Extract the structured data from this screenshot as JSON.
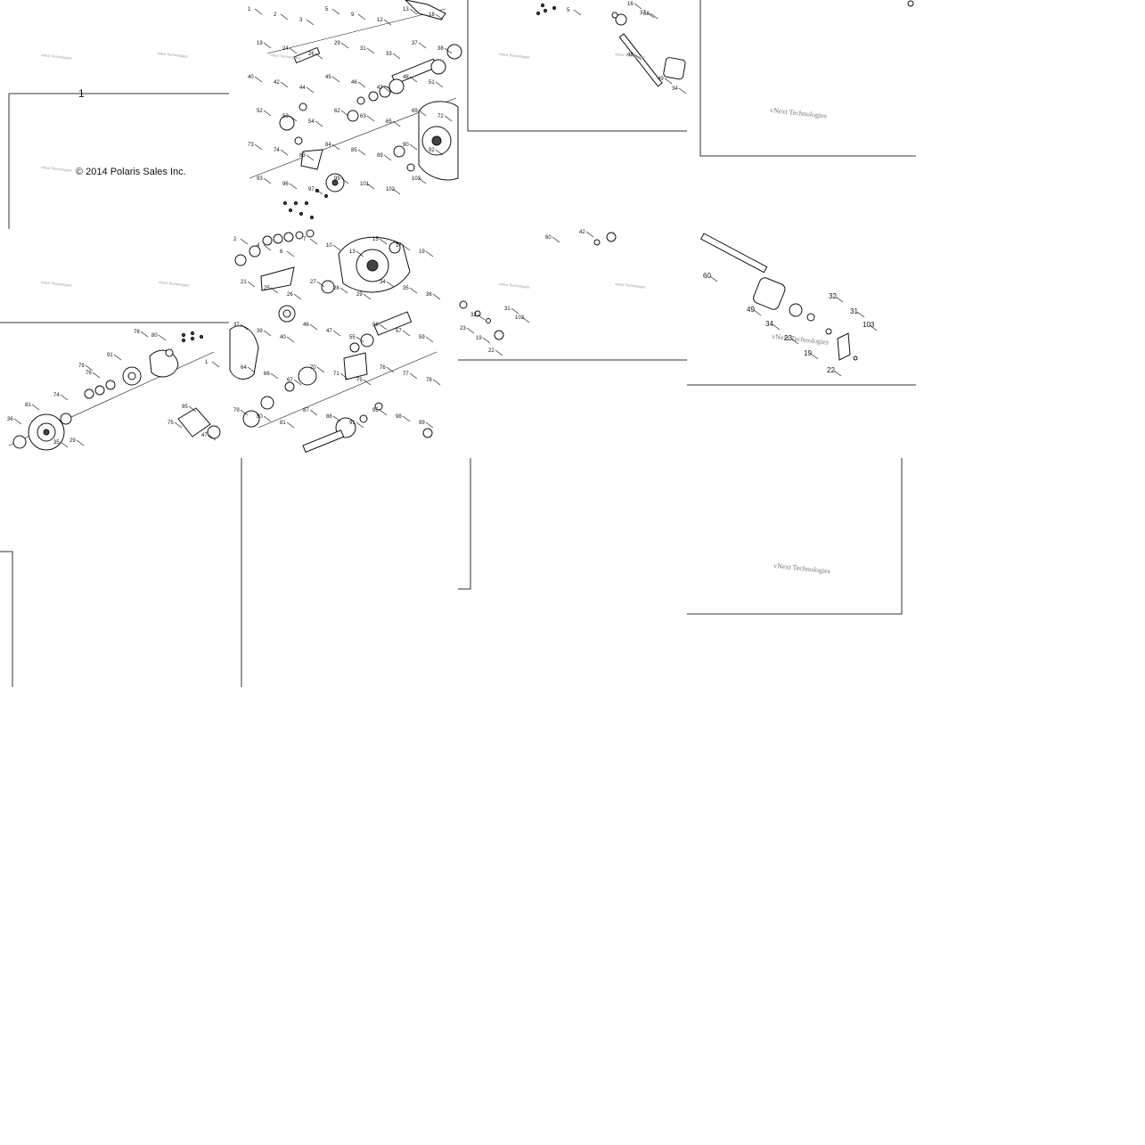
{
  "diagram": {
    "copyright": "© 2014 Polaris Sales Inc.",
    "figure_number": "1",
    "watermark": "vNext Technologies",
    "callouts_tile_a": [
      "1",
      "2",
      "3",
      "5",
      "9",
      "12",
      "13",
      "18",
      "19",
      "24",
      "26",
      "29",
      "31",
      "33",
      "37",
      "38",
      "40",
      "42",
      "44",
      "45",
      "46",
      "47",
      "48",
      "51",
      "52",
      "53",
      "54",
      "62",
      "63",
      "65",
      "69",
      "72",
      "73",
      "74",
      "83",
      "84",
      "85",
      "89",
      "90",
      "92",
      "93",
      "96",
      "97",
      "99",
      "101",
      "102",
      "103"
    ],
    "callouts_tile_b": [
      "2",
      "4",
      "6",
      "7",
      "10",
      "13",
      "15",
      "17",
      "19",
      "21",
      "25",
      "26",
      "27",
      "28",
      "29",
      "34",
      "35",
      "36",
      "37",
      "39",
      "40",
      "46",
      "47",
      "55",
      "56",
      "57",
      "59",
      "64",
      "66",
      "67",
      "70",
      "71",
      "75",
      "76",
      "77",
      "78",
      "79",
      "80",
      "81",
      "87",
      "88",
      "91",
      "95",
      "98",
      "99"
    ],
    "callouts_tile_c": [
      "5",
      "16",
      "37",
      "42",
      "48",
      "49",
      "60",
      "68",
      "19",
      "22",
      "23",
      "31",
      "32",
      "34",
      "103"
    ],
    "callouts_tile_d": [
      "60",
      "49",
      "32",
      "34",
      "31",
      "103",
      "23",
      "19",
      "22"
    ]
  }
}
